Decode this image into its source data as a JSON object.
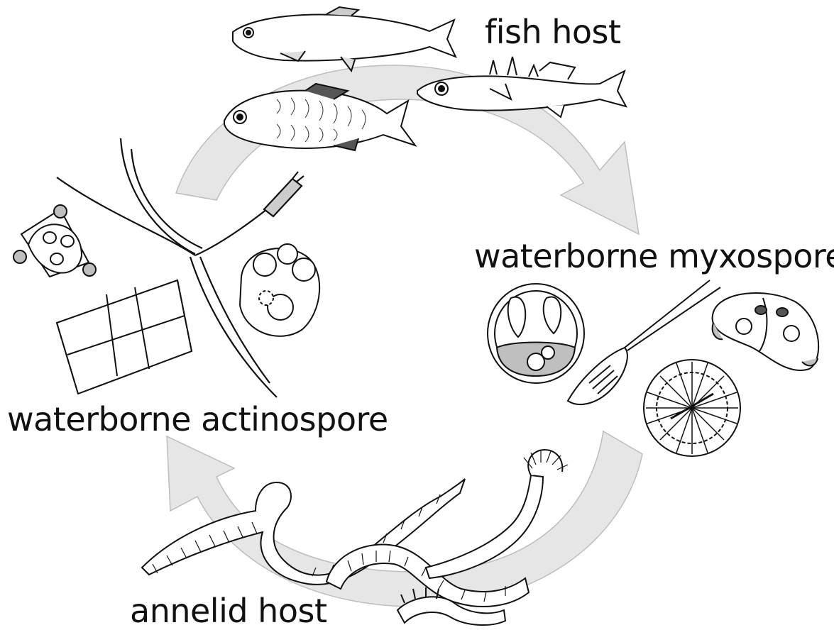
{
  "labels": {
    "fish_host": "fish host",
    "waterborne_myxospore": "waterborne myxospore",
    "waterborne_actinospore": "waterborne actinospore",
    "annelid_host": "annelid host"
  },
  "colors": {
    "arrow_fill": "#e6e6e6",
    "arrow_stroke": "#bdbdbd",
    "ink": "#111111",
    "spore_grey": "#bfbfbf"
  },
  "icons": [
    "fish-icon",
    "myxospore-icon",
    "annelid-worm-icon",
    "actinospore-icon",
    "cycle-arrow-icon"
  ]
}
